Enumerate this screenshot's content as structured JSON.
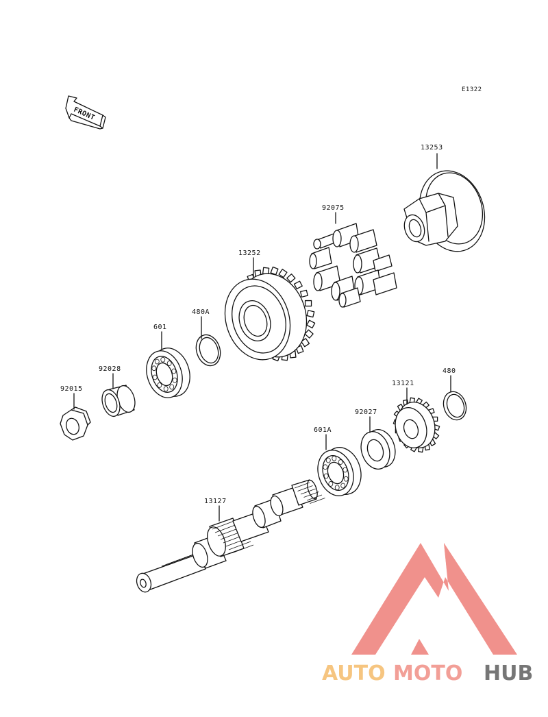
{
  "diagram": {
    "ref_code": "E1322",
    "front_label": "FRONT",
    "parts": [
      {
        "id": "13253",
        "label": "13253"
      },
      {
        "id": "92075",
        "label": "92075"
      },
      {
        "id": "13252",
        "label": "13252"
      },
      {
        "id": "480A",
        "label": "480A"
      },
      {
        "id": "601",
        "label": "601"
      },
      {
        "id": "92028",
        "label": "92028"
      },
      {
        "id": "92015",
        "label": "92015"
      },
      {
        "id": "13121",
        "label": "13121"
      },
      {
        "id": "480",
        "label": "480"
      },
      {
        "id": "92027",
        "label": "92027"
      },
      {
        "id": "601A",
        "label": "601A"
      },
      {
        "id": "13127",
        "label": "13127"
      }
    ]
  },
  "watermark": {
    "brand_part1": "AUTO",
    "brand_part2": "MOTO",
    "brand_part3": "HUB",
    "colors": {
      "logo_red": "#f08c86",
      "auto_orange": "#f6c27a",
      "moto_red": "#f29a92",
      "hub_gray": "#6f6f6f"
    }
  }
}
